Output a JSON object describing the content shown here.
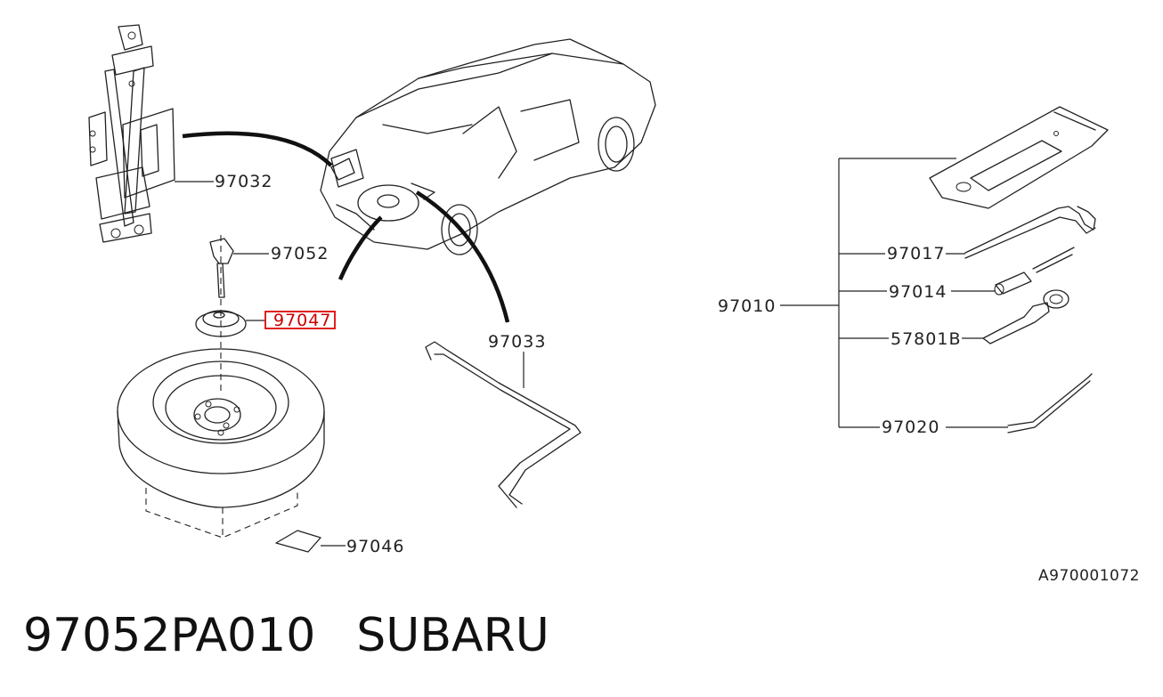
{
  "callouts": {
    "jack": "97032",
    "bolt": "97052",
    "cap": "97047",
    "jack_handle": "97033",
    "plate": "97046",
    "tool_kit": "97010",
    "wrench": "97017",
    "socket": "97014",
    "tow_hook": "57801B",
    "hook_tool": "97020"
  },
  "highlighted_callout": "97047",
  "highlight_color": "#e02020",
  "diagram_ref": "A970001072",
  "footer": {
    "part_number": "97052PA010",
    "brand": "SUBARU"
  }
}
